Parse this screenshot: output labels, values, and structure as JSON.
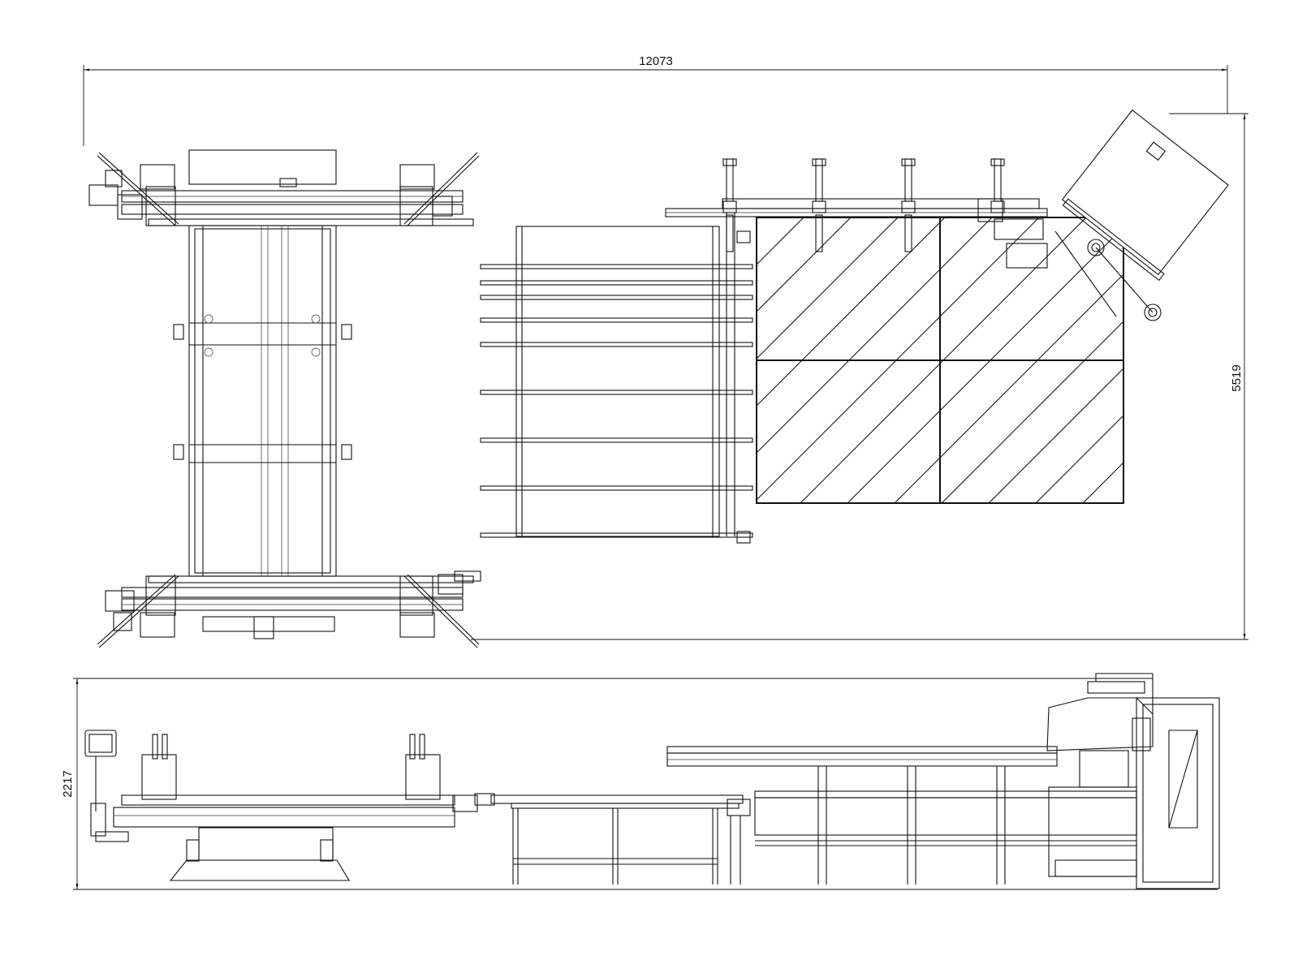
{
  "dimensions": {
    "overall_length": "12073",
    "plan_width": "5519",
    "elevation_height": "2217"
  }
}
